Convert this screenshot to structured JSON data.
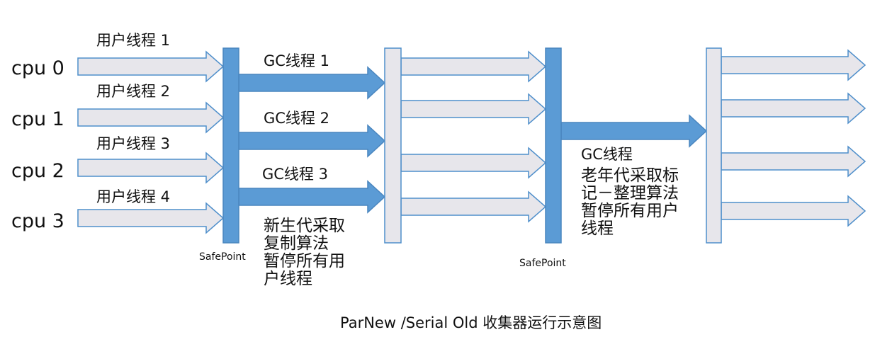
{
  "cpus": [
    "cpu 0",
    "cpu 1",
    "cpu 2",
    "cpu 3"
  ],
  "user_threads": [
    "用户线程 1",
    "用户线程 2",
    "用户线程 3",
    "用户线程 4"
  ],
  "gc_threads": [
    "GC线程 1",
    "GC线程 2",
    "GC线程 3"
  ],
  "safepoints": [
    "SafePoint",
    "SafePoint"
  ],
  "young_note": [
    "新生代采取",
    "复制算法",
    "暂停所有用",
    "户线程"
  ],
  "old_gc_label": "GC线程",
  "old_note": [
    "老年代采取标",
    "记－整理算法",
    "暂停所有用户",
    "线程"
  ],
  "caption": "ParNew /Serial Old 收集器运行示意图",
  "colors": {
    "gc_blue": "#5b9bd5",
    "gc_blue_border": "#4a86bf",
    "user_gray": "#e7e6eb",
    "user_gray_border": "#4f8fcb",
    "text": "#111111"
  }
}
